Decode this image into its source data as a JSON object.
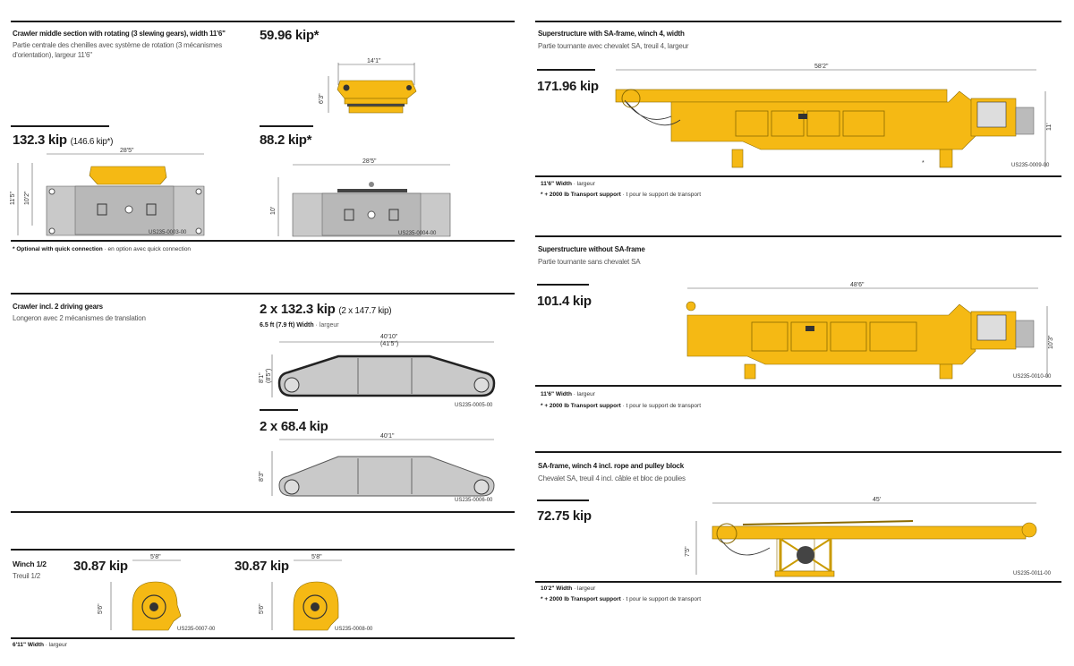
{
  "left": {
    "crawler_middle": {
      "title": "Crawler middle section with rotating (3 slewing gears), width 11'6\"",
      "title_fr": "Partie centrale des chenilles avec système de rotation (3 mécanismes d'orientation), largeur 11'6\"",
      "top_part": {
        "weight": "59.96 kip*",
        "width_dim": "14'1\"",
        "height_dim": "6'3\""
      },
      "full": {
        "weight": "132.3 kip",
        "weight_alt": "(146.6 kip*)",
        "width_dim": "28'5\"",
        "height_dim": "11'5\"",
        "height_dim2": "10'2\"",
        "code": "US235-0003-00"
      },
      "base": {
        "weight": "88.2 kip*",
        "width_dim": "28'5\"",
        "height_dim": "10'",
        "code": "US235-0004-00"
      },
      "footnote_bold": "* Optional with quick connection",
      "footnote_fr": " · en option avec quick connection"
    },
    "crawler": {
      "title": "Crawler incl. 2 driving gears",
      "title_fr": "Longeron avec 2 mécanismes de translation",
      "full": {
        "weight": "2 x 132.3 kip",
        "weight_alt": "(2 x 147.7 kip)",
        "width_bold": "6.5 ft (7.9 ft) Width",
        "width_fr": " · largeur",
        "length_dim": "40'10\"",
        "length_dim_alt": "(41'5\")",
        "height_dim": "8'1\"",
        "height_dim_alt": "(8'5\")",
        "code": "US235-0005-00"
      },
      "bare": {
        "weight": "2 x 68.4 kip",
        "length_dim": "40'1\"",
        "height_dim": "8'3\"",
        "code": "US235-0006-00"
      }
    },
    "winch": {
      "title": "Winch 1/2",
      "title_fr": "Treuil 1/2",
      "items": [
        {
          "weight": "30.87 kip",
          "width_dim": "5'8\"",
          "height_dim": "5'6\"",
          "code": "US235-0007-00"
        },
        {
          "weight": "30.87 kip",
          "width_dim": "5'8\"",
          "height_dim": "5'6\"",
          "code": "US235-0008-00"
        }
      ],
      "width_bold": "6'11\" Width",
      "width_fr": " · largeur"
    }
  },
  "right": {
    "sections": [
      {
        "title": "Superstructure with SA-frame, winch 4, width",
        "title_fr": "Partie tournante avec chevalet SA, treuil 4, largeur",
        "weight": "171.96 kip",
        "length_dim": "58'2\"",
        "height_dim": "11'",
        "code": "US235-0009-00",
        "width_bold": "11'6\" Width",
        "width_fr": " · largeur",
        "note_bold": "* + 2000 lb Transport support",
        "note_fr": " · t pour le support de transport",
        "marker": "*"
      },
      {
        "title": "Superstructure without SA-frame",
        "title_fr": "Partie tournante sans chevalet SA",
        "weight": "101.4 kip",
        "length_dim": "48'6\"",
        "height_dim": "10'3\"",
        "code": "US235-0010-00",
        "width_bold": "11'6\" Width",
        "width_fr": " · largeur",
        "note_bold": "* + 2000 lb Transport support",
        "note_fr": " · t pour le support de transport"
      },
      {
        "title": "SA-frame, winch 4 incl. rope and pulley block",
        "title_fr": "Chevalet SA, treuil 4 incl. câble et bloc de poulies",
        "weight": "72.75 kip",
        "length_dim": "45'",
        "height_dim": "7'5\"",
        "code": "US235-0011-00",
        "width_bold": "10'2\" Width",
        "width_fr": " · largeur",
        "note_bold": "* + 2000 lb Transport support",
        "note_fr": " · t pour le support de transport"
      }
    ]
  },
  "colors": {
    "machine_yellow": "#f5b914",
    "crawler_gray": "#c9c9c9",
    "rule": "#1a1a1a"
  }
}
